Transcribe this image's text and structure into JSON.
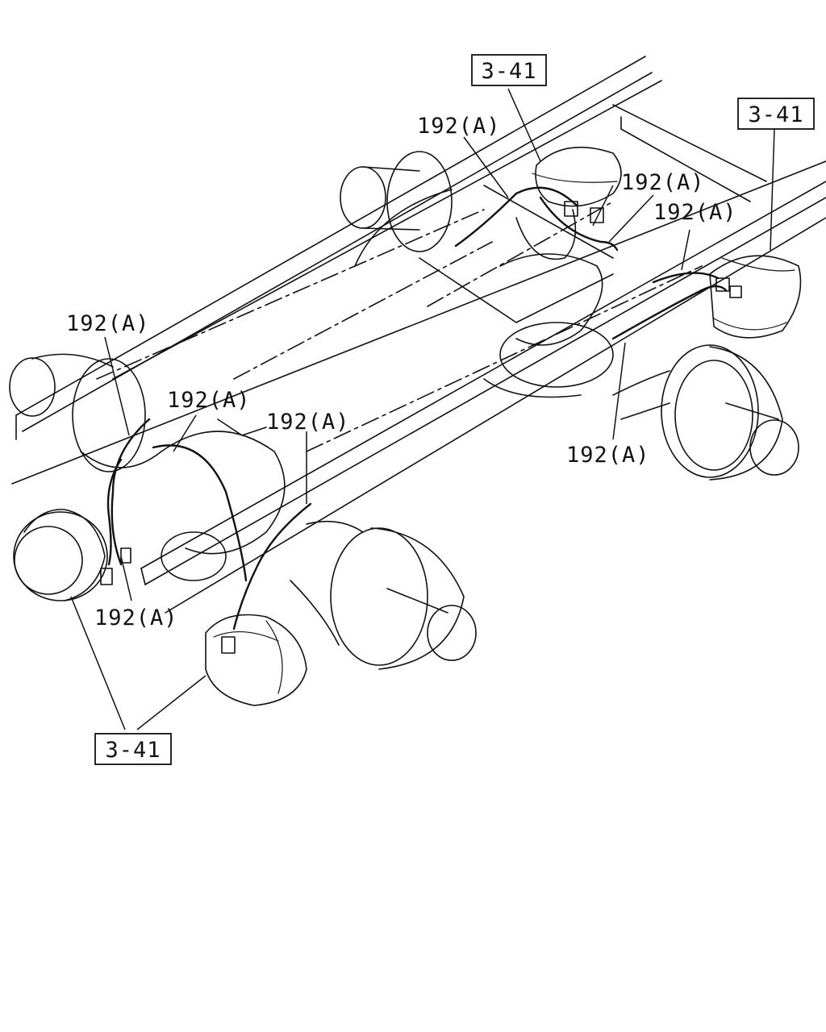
{
  "callouts": {
    "ref_top": "3-41",
    "ref_right": "3-41",
    "ref_bottom": "3-41",
    "hose_1": "192(A)",
    "hose_2": "192(A)",
    "hose_3": "192(A)",
    "hose_4": "192(A)",
    "hose_5": "192(A)",
    "hose_6": "192(A)",
    "hose_7": "192(A)",
    "hose_8": "192(A)"
  }
}
